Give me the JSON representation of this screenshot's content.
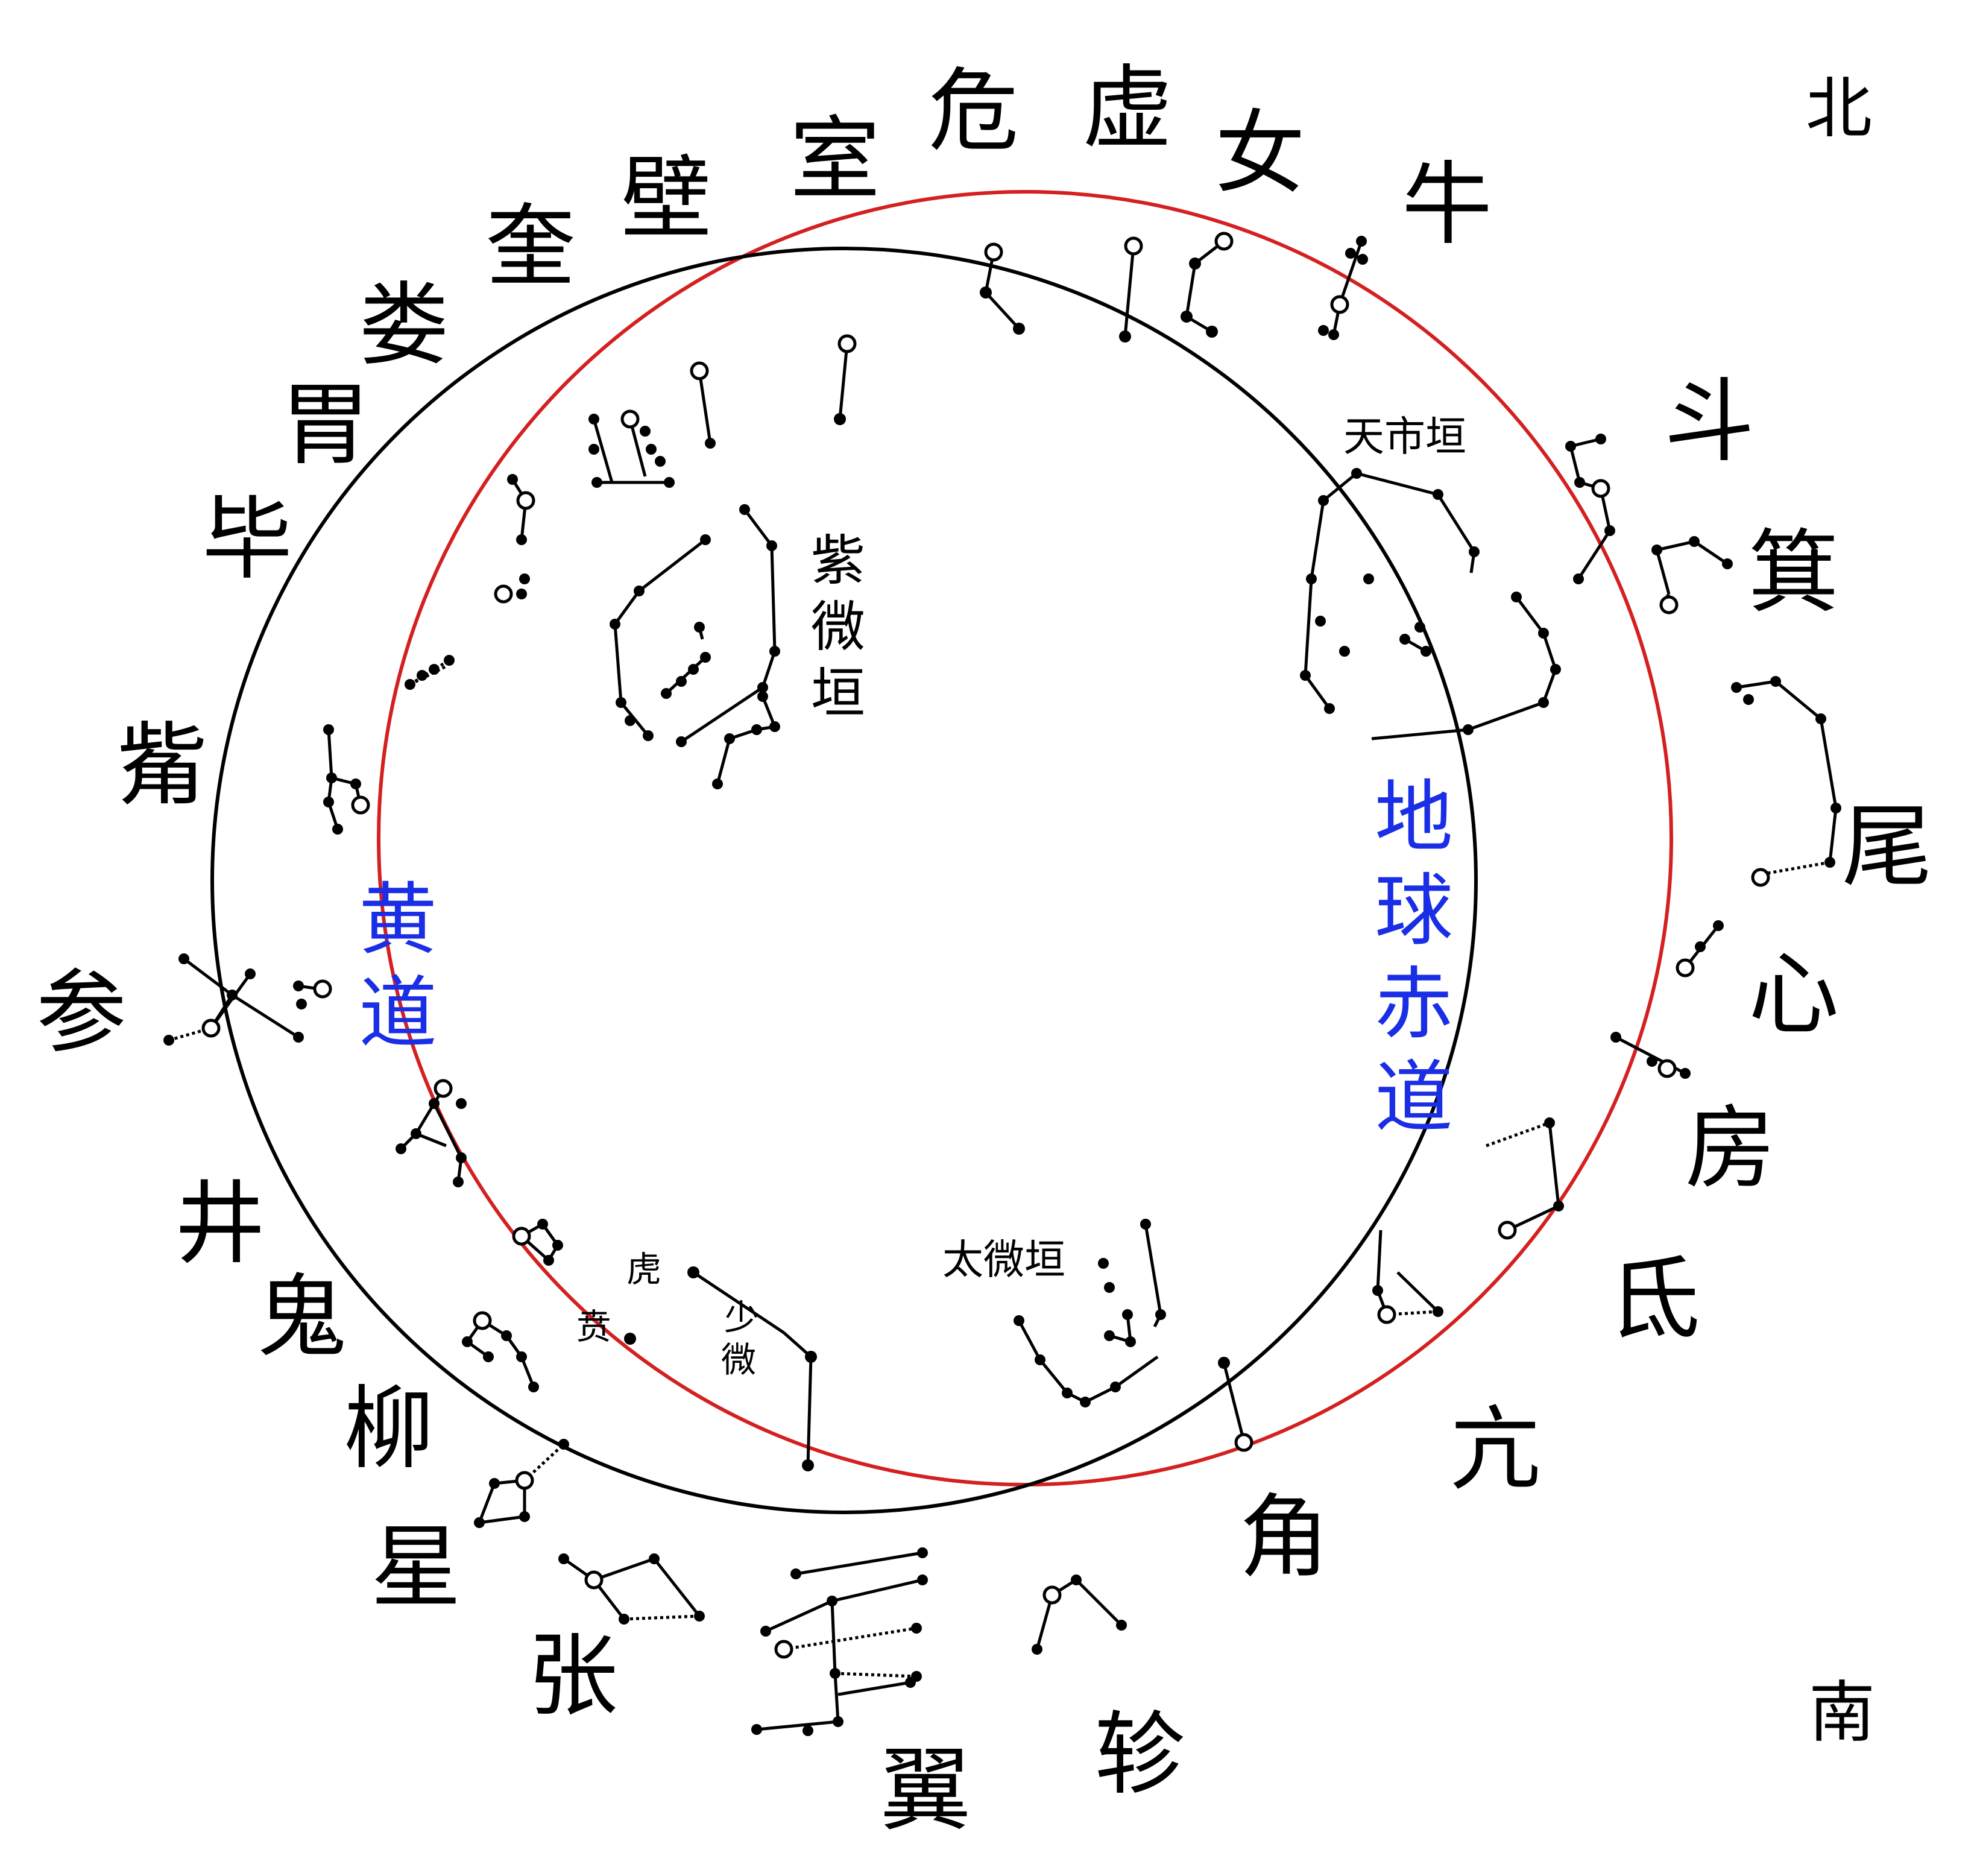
{
  "directions": {
    "north": "北",
    "south": "南"
  },
  "mansions": [
    "危",
    "虚",
    "女",
    "牛",
    "斗",
    "箕",
    "尾",
    "心",
    "房",
    "氐",
    "亢",
    "角",
    "轸",
    "翼",
    "张",
    "星",
    "柳",
    "鬼",
    "井",
    "参",
    "觜",
    "毕",
    "胃",
    "娄",
    "奎",
    "壁",
    "室"
  ],
  "enclosures": {
    "ziwei": [
      "紫",
      "微",
      "垣"
    ],
    "tianshi": "天市垣",
    "taiwei": "太微垣"
  },
  "labels": {
    "ecliptic": [
      "黄",
      "道"
    ],
    "equator": [
      "地",
      "球",
      "赤",
      "道"
    ]
  },
  "small_labels": [
    "虎",
    "贲",
    "少",
    "微"
  ],
  "colors": {
    "ecliptic": "#d42020",
    "equator": "#000000",
    "label_blue": "#1a2ee6"
  }
}
